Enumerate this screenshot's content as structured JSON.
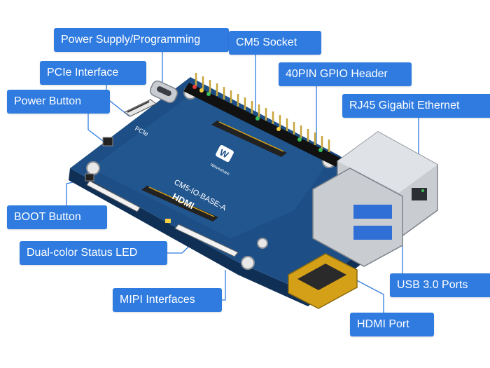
{
  "callouts": {
    "power_supply": "Power Supply/Programming",
    "cm5_socket": "CM5 Socket",
    "pcie": "PCIe Interface",
    "gpio": "40PIN GPIO Header",
    "power_button": "Power Button",
    "rj45": "RJ45 Gigabit Ethernet",
    "boot_button": "BOOT Button",
    "status_led": "Dual-color Status LED",
    "usb": "USB 3.0 Ports",
    "mipi": "MIPI Interfaces",
    "hdmi": "HDMI Port"
  },
  "board": {
    "model_label": "CM5-IO-BASE-A",
    "hdmi_label": "HDMI",
    "pcie_label": "PCIe",
    "brand_logo": "W",
    "brand_text": "Waveshare"
  },
  "colors": {
    "callout_bg": "#2f7be0",
    "pcb": "#1d4f86",
    "pcb_edge": "#0f2f55",
    "gold": "#d4a017",
    "metal": "#c9ccd1"
  }
}
